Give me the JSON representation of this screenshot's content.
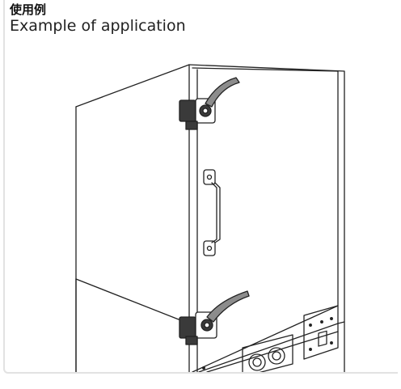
{
  "heading": {
    "japanese": "使用例",
    "english": "Example of application"
  },
  "illustration": {
    "subject": "cabinet with door latch clamps and handle",
    "line_color": "#222222",
    "hinge_fill": "#3a3a3a",
    "lever_fill": "#8c8c8c"
  }
}
